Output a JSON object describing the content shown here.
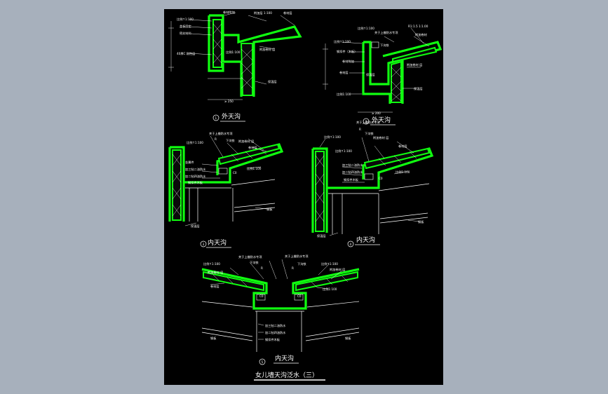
{
  "colors": {
    "sheet": "#000000",
    "outer": "#a7b0bc",
    "waterproof": "#10ff10",
    "lines": "#ffffff"
  },
  "sheet_title": "女儿墙天沟泛水（三）",
  "details": [
    {
      "no": "1",
      "caption": "外天沟"
    },
    {
      "no": "2",
      "caption": "外天沟"
    },
    {
      "no": "3",
      "caption": "内天沟"
    },
    {
      "no": "4",
      "caption": "内天沟"
    },
    {
      "no": "5",
      "caption": "内天沟"
    }
  ]
}
